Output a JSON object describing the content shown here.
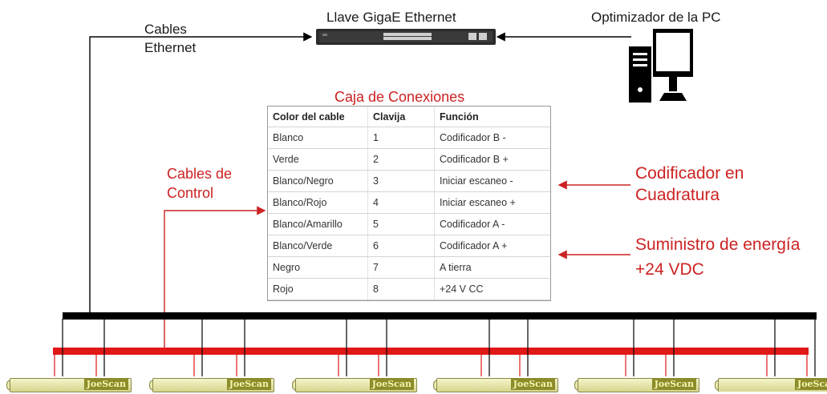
{
  "labels": {
    "switch": "Llave GigaE Ethernet",
    "pc": "Optimizador de la PC",
    "ethernet_cables_line1": "Cables",
    "ethernet_cables_line2": "Ethernet",
    "junction_box": "Caja de Conexiones",
    "control_cables_line1": "Cables de",
    "control_cables_line2": "Control",
    "encoder_line1": "Codificador en",
    "encoder_line2": "Cuadratura",
    "power_line1": "Suministro de energía",
    "power_line2": "+24 VDC"
  },
  "table": {
    "headers": [
      "Color del cable",
      "Clavija",
      "Función"
    ],
    "rows": [
      [
        "Blanco",
        "1",
        "Codificador B -"
      ],
      [
        "Verde",
        "2",
        "Codificador B +"
      ],
      [
        "Blanco/Negro",
        "3",
        "Iniciar escaneo -"
      ],
      [
        "Blanco/Rojo",
        "4",
        "Iniciar escaneo +"
      ],
      [
        "Blanco/Amarillo",
        "5",
        "Codificador A -"
      ],
      [
        "Blanco/Verde",
        "6",
        "Codificador A +"
      ],
      [
        "Negro",
        "7",
        "A tierra"
      ],
      [
        "Rojo",
        "8",
        " +24 V CC"
      ]
    ]
  },
  "scanners": [
    "JoeScan",
    "JoeScan",
    "JoeScan",
    "JoeScan",
    "JoeScan",
    "JoeScan"
  ],
  "colors": {
    "ethernet": "#000000",
    "control": "#e01818",
    "annotation": "#cc2222"
  }
}
